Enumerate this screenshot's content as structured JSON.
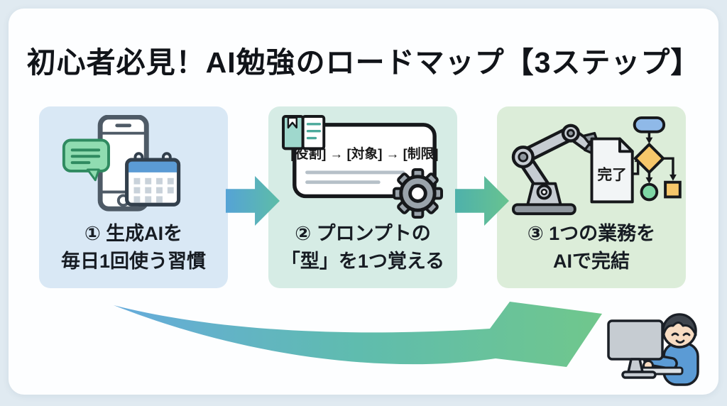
{
  "title": "初心者必見！AI勉強のロードマップ【3ステップ】",
  "steps": [
    {
      "number": "①",
      "line1": "① 生成AIを",
      "line2": "毎日1回使う習慣",
      "bg_color": "#d9e8f5",
      "icons": [
        "smartphone-icon",
        "chat-bubble-icon",
        "calendar-icon"
      ]
    },
    {
      "number": "②",
      "line1": "② プロンプトの",
      "line2": "「型」を1つ覚える",
      "bg_color": "#d6ece5",
      "prompt_formula": "[役割] → [対象] → [制限]",
      "icons": [
        "notebook-icon",
        "prompt-card-icon",
        "gear-icon"
      ]
    },
    {
      "number": "③",
      "line1": "③ 1つの業務を",
      "line2": "AIで完結",
      "bg_color": "#dcedd9",
      "document_label": "完了",
      "icons": [
        "robot-arm-icon",
        "done-document-icon",
        "flowchart-icon"
      ]
    }
  ],
  "colors": {
    "page_background": "#e0eaf1",
    "panel_background": "#fdfeff",
    "title_text": "#111419",
    "card_text": "#171c23",
    "arrow_blue": "#55a3d6",
    "arrow_teal": "#5dbda7",
    "arrow_green": "#6cc58f",
    "flow_pill_blue": "#8fb9e8",
    "flow_diamond_orange": "#f6c76a",
    "flow_circle_green": "#7fd7a5",
    "bubble_green": "#90dcb1",
    "calendar_header_blue": "#5b9bd5",
    "shirt_blue": "#5b9bd5"
  }
}
